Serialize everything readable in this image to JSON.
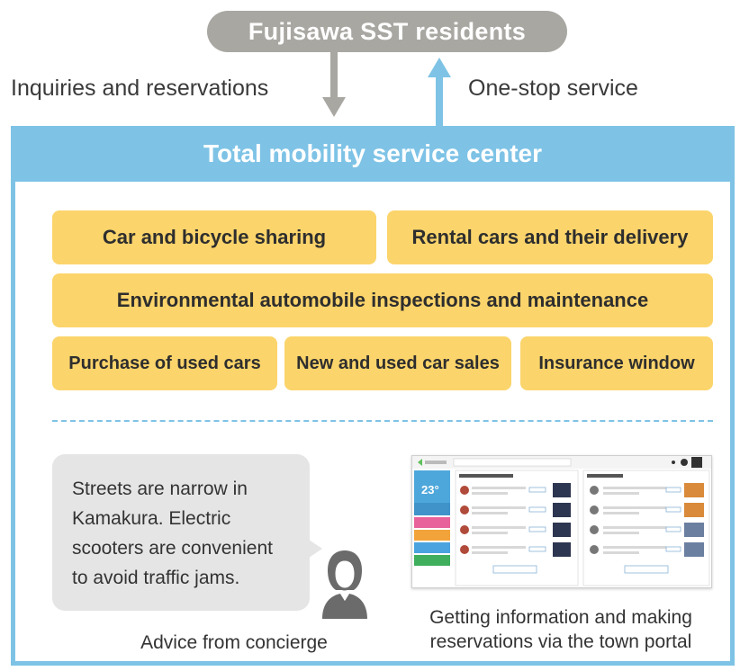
{
  "top_pill": {
    "label": "Fujisawa SST residents"
  },
  "flows": {
    "left_label": "Inquiries and reservations",
    "right_label": "One-stop service"
  },
  "center": {
    "title": "Total mobility service center",
    "services": [
      "Car and bicycle sharing",
      "Rental cars and their delivery",
      "Environmental automobile inspections and maintenance",
      "Purchase of used cars",
      "New and used car sales",
      "Insurance window"
    ]
  },
  "concierge": {
    "bubble_lines": [
      "Streets are narrow in",
      "Kamakura. Electric",
      "scooters are convenient",
      "to avoid traffic jams."
    ],
    "caption": "Advice from concierge",
    "icon": "person-icon"
  },
  "portal": {
    "caption_lines": [
      "Getting information and making",
      "reservations via the town portal"
    ],
    "screen_temperature": "23°"
  },
  "colors": {
    "pill": "#a9a7a2",
    "arrow_down": "#a9a7a2",
    "arrow_up": "#7ec3e6",
    "panel_blue": "#7ec3e6",
    "service_yellow": "#fbd46b",
    "bubble_gray": "#e5e5e5"
  }
}
